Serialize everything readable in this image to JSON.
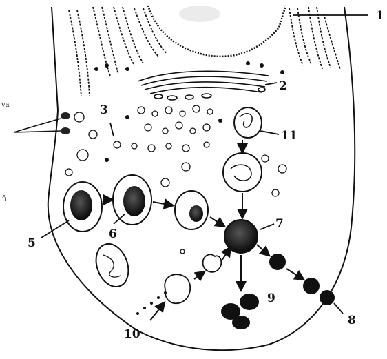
{
  "labels": {
    "n1": "1",
    "n2": "2",
    "n3": "3",
    "n5": "5",
    "n6": "6",
    "n7": "7",
    "n8": "8",
    "n9": "9",
    "n10": "10",
    "n11": "11"
  },
  "edge_text": {
    "top": "va",
    "middle": "ů"
  }
}
